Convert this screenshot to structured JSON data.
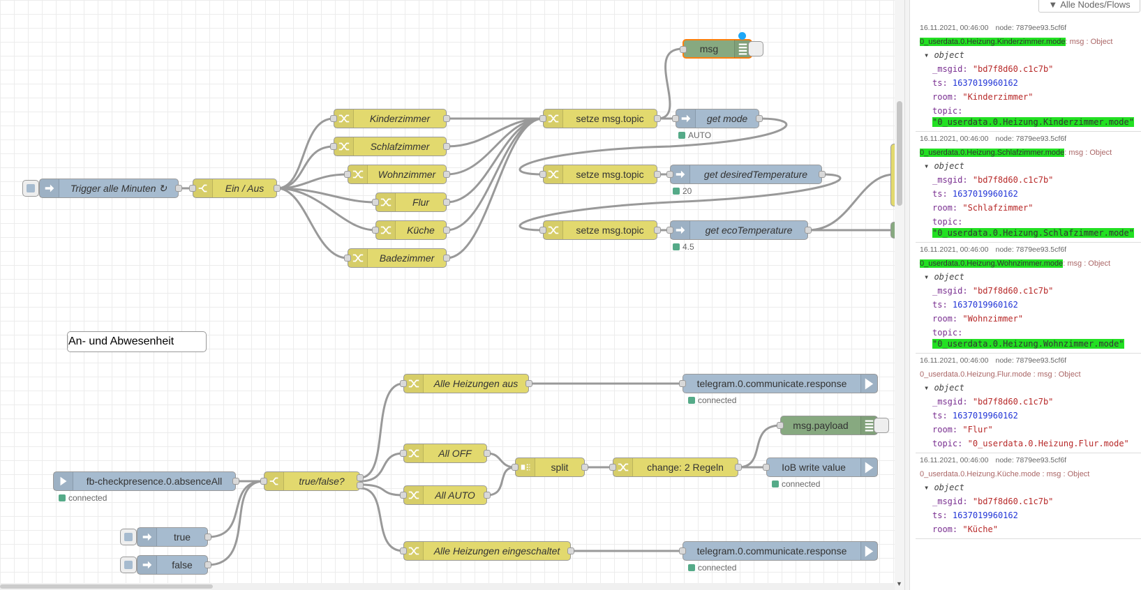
{
  "filter_button": "Alle Nodes/Flows",
  "nodes_top": {
    "trigger": "Trigger alle Minuten ↻",
    "ein_aus": "Ein / Aus",
    "rooms": [
      "Kinderzimmer",
      "Schlafzimmer",
      "Wohnzimmer",
      "Flur",
      "Küche",
      "Badezimmer"
    ],
    "setze": "setze msg.topic",
    "msg_debug": "msg",
    "get_mode": "get mode",
    "get_desired": "get desiredTemperature",
    "get_eco": "get ecoTemperature",
    "status_auto": "AUTO",
    "status_20": "20",
    "status_45": "4.5"
  },
  "comment": "An- und Abwesenheit",
  "nodes_bottom": {
    "absence": "fb-checkpresence.0.absenceAll",
    "truefalse": "true/false?",
    "true_inject": "true",
    "false_inject": "false",
    "alle_aus": "Alle Heizungen aus",
    "all_off": "All OFF",
    "all_auto": "All AUTO",
    "alle_ein": "Alle Heizungen eingeschaltet",
    "split": "split",
    "change": "change: 2 Regeln",
    "payload": "msg.payload",
    "iob_write": "IoB write value",
    "telegram": "telegram.0.communicate.response",
    "connected": "connected"
  },
  "debug_messages": [
    {
      "time": "16.11.2021, 00:46:00",
      "node": "node: 7879ee93.5cf6f",
      "topic": "0_userdata.0.Heizung.Kinderzimmer.mode",
      "type": ": msg : Object",
      "object": "object",
      "msgid_key": "_msgid:",
      "msgid": "\"bd7f8d60.c1c7b\"",
      "ts_key": "ts:",
      "ts": "1637019960162",
      "room_key": "room:",
      "room": "\"Kinderzimmer\"",
      "topic_key": "topic:",
      "topic_val": "\"0_userdata.0.Heizung.Kinderzimmer.mode\""
    },
    {
      "time": "16.11.2021, 00:46:00",
      "node": "node: 7879ee93.5cf6f",
      "topic": "0_userdata.0.Heizung.Schlafzimmer.mode",
      "type": ": msg : Object",
      "object": "object",
      "msgid_key": "_msgid:",
      "msgid": "\"bd7f8d60.c1c7b\"",
      "ts_key": "ts:",
      "ts": "1637019960162",
      "room_key": "room:",
      "room": "\"Schlafzimmer\"",
      "topic_key": "topic:",
      "topic_val": "\"0_userdata.0.Heizung.Schlafzimmer.mode\""
    },
    {
      "time": "16.11.2021, 00:46:00",
      "node": "node: 7879ee93.5cf6f",
      "topic": "0_userdata.0.Heizung.Wohnzimmer.mode",
      "type": ": msg : Object",
      "object": "object",
      "msgid_key": "_msgid:",
      "msgid": "\"bd7f8d60.c1c7b\"",
      "ts_key": "ts:",
      "ts": "1637019960162",
      "room_key": "room:",
      "room": "\"Wohnzimmer\"",
      "topic_key": "topic:",
      "topic_val": "\"0_userdata.0.Heizung.Wohnzimmer.mode\""
    },
    {
      "time": "16.11.2021, 00:46:00",
      "node": "node: 7879ee93.5cf6f",
      "topic": "0_userdata.0.Heizung.Flur.mode",
      "type": " : msg : Object",
      "object": "object",
      "msgid_key": "_msgid:",
      "msgid": "\"bd7f8d60.c1c7b\"",
      "ts_key": "ts:",
      "ts": "1637019960162",
      "room_key": "room:",
      "room": "\"Flur\"",
      "topic_key": "topic:",
      "topic_val": "\"0_userdata.0.Heizung.Flur.mode\""
    },
    {
      "time": "16.11.2021, 00:46:00",
      "node": "node: 7879ee93.5cf6f",
      "topic": "0_userdata.0.Heizung.Küche.mode",
      "type": " : msg : Object",
      "object": "object",
      "msgid_key": "_msgid:",
      "msgid": "\"bd7f8d60.c1c7b\"",
      "ts_key": "ts:",
      "ts": "1637019960162",
      "room_key": "room:",
      "room": "\"Küche\""
    }
  ]
}
